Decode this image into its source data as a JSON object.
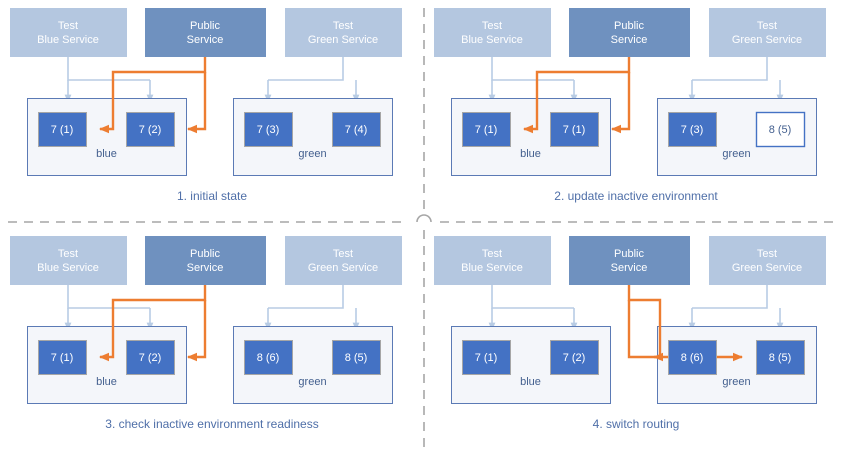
{
  "colors": {
    "service_light": "#b4c7e0",
    "service_dark": "#6f91bf",
    "instance_fill": "#4472c4",
    "instance_stroke": "#a6a6a6",
    "instance_alt_fill": "#ffffff",
    "instance_alt_stroke": "#4472c4",
    "env_fill": "#f4f6fa",
    "env_stroke": "#5b7ab5",
    "arrow_blue": "#b8cce4",
    "arrow_orange": "#ed7d31",
    "caption_text": "#4f6fa8",
    "divider": "#a6a6a6",
    "background": "#ffffff"
  },
  "services": {
    "test_blue": "Test\nBlue Service",
    "test_blue_l1": "Test",
    "test_blue_l2": "Blue Service",
    "public_l1": "Public",
    "public_l2": "Service",
    "test_green_l1": "Test",
    "test_green_l2": "Green Service"
  },
  "env_names": {
    "blue": "blue",
    "green": "green"
  },
  "panels": [
    {
      "id": "panel-1",
      "caption": "1. initial state",
      "services": [
        {
          "name": "Test Blue Service",
          "line1": "Test",
          "line2": "Blue Service",
          "variant": "light"
        },
        {
          "name": "Public Service",
          "line1": "Public",
          "line2": "Service",
          "variant": "dark"
        },
        {
          "name": "Test Green Service",
          "line1": "Test",
          "line2": "Green Service",
          "variant": "light"
        }
      ],
      "environments": [
        {
          "name": "blue",
          "active": true,
          "instances": [
            {
              "label": "7 (1)",
              "style": "filled"
            },
            {
              "label": "7 (2)",
              "style": "filled"
            }
          ]
        },
        {
          "name": "green",
          "active": false,
          "instances": [
            {
              "label": "7 (3)",
              "style": "filled"
            },
            {
              "label": "7 (4)",
              "style": "filled"
            }
          ]
        }
      ],
      "public_routes_to": "blue"
    },
    {
      "id": "panel-2",
      "caption": "2. update inactive environment",
      "services": [
        {
          "name": "Test Blue Service",
          "line1": "Test",
          "line2": "Blue Service",
          "variant": "light"
        },
        {
          "name": "Public Service",
          "line1": "Public",
          "line2": "Service",
          "variant": "dark"
        },
        {
          "name": "Test Green Service",
          "line1": "Test",
          "line2": "Green Service",
          "variant": "light"
        }
      ],
      "environments": [
        {
          "name": "blue",
          "active": true,
          "instances": [
            {
              "label": "7 (1)",
              "style": "filled"
            },
            {
              "label": "7 (1)",
              "style": "filled"
            }
          ]
        },
        {
          "name": "green",
          "active": false,
          "instances": [
            {
              "label": "7 (3)",
              "style": "filled"
            },
            {
              "label": "8 (5)",
              "style": "outlined"
            }
          ]
        }
      ],
      "public_routes_to": "blue"
    },
    {
      "id": "panel-3",
      "caption": "3. check inactive environment readiness",
      "services": [
        {
          "name": "Test Blue Service",
          "line1": "Test",
          "line2": "Blue Service",
          "variant": "light"
        },
        {
          "name": "Public Service",
          "line1": "Public",
          "line2": "Service",
          "variant": "dark"
        },
        {
          "name": "Test Green Service",
          "line1": "Test",
          "line2": "Green Service",
          "variant": "light"
        }
      ],
      "environments": [
        {
          "name": "blue",
          "active": true,
          "instances": [
            {
              "label": "7 (1)",
              "style": "filled"
            },
            {
              "label": "7 (2)",
              "style": "filled"
            }
          ]
        },
        {
          "name": "green",
          "active": false,
          "instances": [
            {
              "label": "8 (6)",
              "style": "filled"
            },
            {
              "label": "8 (5)",
              "style": "filled"
            }
          ]
        }
      ],
      "public_routes_to": "blue"
    },
    {
      "id": "panel-4",
      "caption": "4. switch routing",
      "services": [
        {
          "name": "Test Blue Service",
          "line1": "Test",
          "line2": "Blue Service",
          "variant": "light"
        },
        {
          "name": "Public Service",
          "line1": "Public",
          "line2": "Service",
          "variant": "dark"
        },
        {
          "name": "Test Green Service",
          "line1": "Test",
          "line2": "Green Service",
          "variant": "light"
        }
      ],
      "environments": [
        {
          "name": "blue",
          "active": false,
          "instances": [
            {
              "label": "7 (1)",
              "style": "filled"
            },
            {
              "label": "7 (2)",
              "style": "filled"
            }
          ]
        },
        {
          "name": "green",
          "active": true,
          "instances": [
            {
              "label": "8 (6)",
              "style": "filled"
            },
            {
              "label": "8 (5)",
              "style": "filled"
            }
          ]
        }
      ],
      "public_routes_to": "green"
    }
  ]
}
